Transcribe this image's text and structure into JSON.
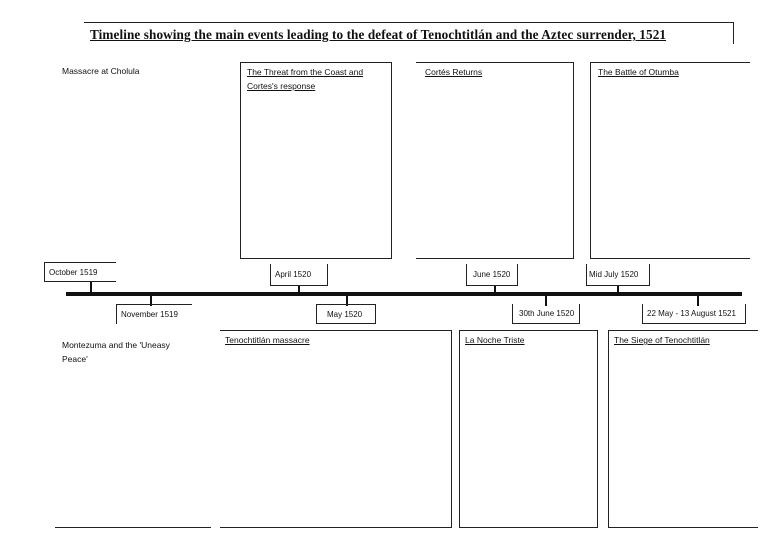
{
  "title": "Timeline showing the main events leading to the defeat of Tenochtitlán and the Aztec surrender, 1521",
  "events_above": [
    {
      "label": "Massacre at Cholula"
    },
    {
      "label": "The Threat from the Coast and Cortes's response"
    },
    {
      "label": "Cortés Returns"
    },
    {
      "label": "The Battle of Otumba"
    }
  ],
  "dates_above": [
    {
      "label": "October 1519"
    },
    {
      "label": "April 1520"
    },
    {
      "label": "June 1520"
    },
    {
      "label": "Mid July 1520"
    }
  ],
  "dates_below": [
    {
      "label": "November 1519"
    },
    {
      "label": "May 1520"
    },
    {
      "label": "30th June 1520"
    },
    {
      "label": "22 May - 13 August 1521"
    }
  ],
  "events_below": [
    {
      "label": "Montezuma and the 'Uneasy Peace'"
    },
    {
      "label": "Tenochtitlán massacre"
    },
    {
      "label": "La Noche Triste"
    },
    {
      "label": "The Siege of Tenochtitlán"
    }
  ]
}
